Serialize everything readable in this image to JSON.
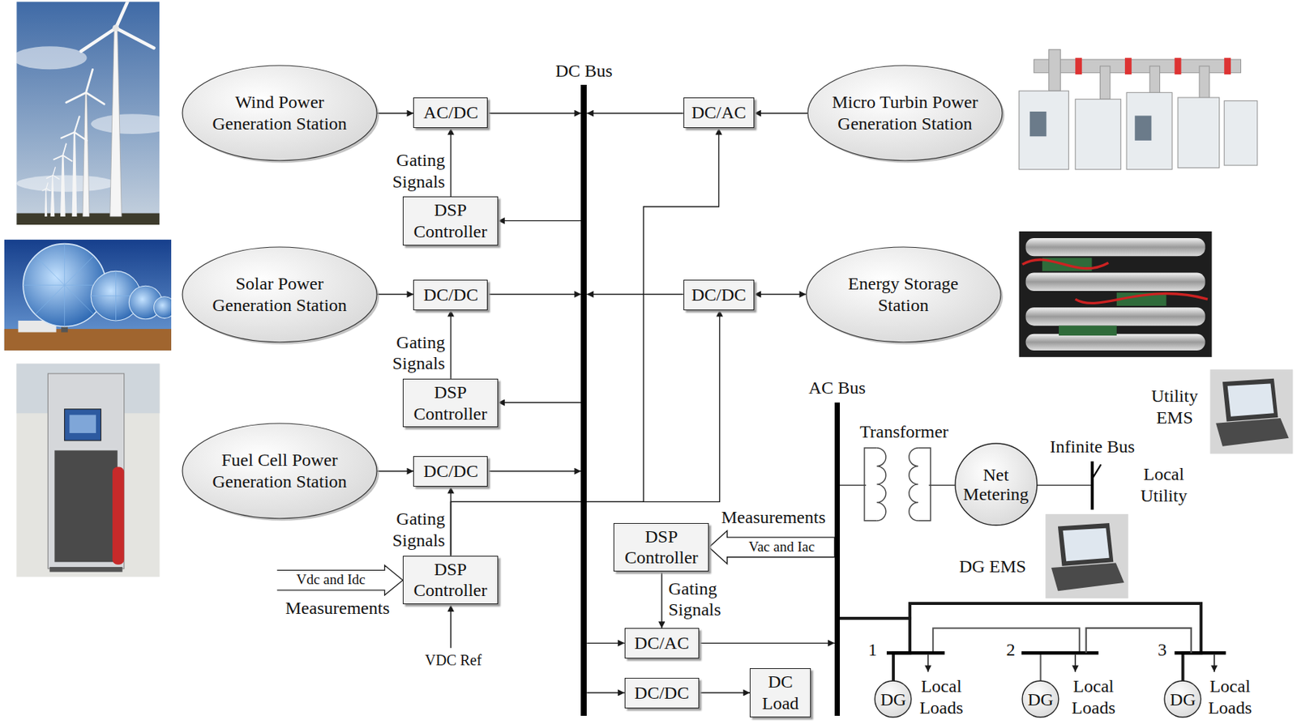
{
  "diagram": {
    "nodes": [
      {
        "text": [
          "Wind Power Generation Station"
        ]
      },
      {
        "text": [
          "AC/DC"
        ]
      },
      {
        "text": [
          "DSP Controller"
        ]
      },
      {
        "text": [
          "DC Bus"
        ]
      },
      {
        "text": [
          "DC/AC"
        ]
      },
      {
        "text": [
          "Micro Turbin Power Generation Station"
        ]
      },
      {
        "text": [
          "Solar Power Generation Station"
        ]
      },
      {
        "text": [
          "DC/DC"
        ]
      },
      {
        "text": [
          "DSP Controller"
        ]
      },
      {
        "text": [
          "DC/DC"
        ]
      },
      {
        "text": [
          "Energy Storage Station"
        ]
      },
      {
        "text": [
          "AC Bus"
        ]
      },
      {
        "text": [
          "Fuel Cell Power Generation Station"
        ]
      },
      {
        "text": [
          "DC/DC"
        ]
      },
      {
        "text": [
          "DSP Controller"
        ]
      },
      {
        "text": [
          "DSP Controller"
        ]
      },
      {
        "text": [
          "Net Metering"
        ]
      },
      {
        "text": [
          "Infinite Bus"
        ]
      },
      {
        "text": [
          "DC/AC"
        ]
      },
      {
        "text": [
          "DC/DC"
        ]
      },
      {
        "text": [
          "DC Load"
        ]
      },
      {
        "text": [
          "DG"
        ]
      },
      {
        "text": [
          "DG"
        ]
      },
      {
        "text": [
          "DG"
        ]
      }
    ],
    "edges": [
      {
        "from": 0,
        "to": 1,
        "arrow": "to"
      },
      {
        "from": 1,
        "to": 3,
        "arrow": "to"
      },
      {
        "from": 2,
        "to": 1,
        "arrow": "to",
        "label": "Gating Signals"
      },
      {
        "from": 3,
        "to": 2,
        "arrow": "to"
      },
      {
        "from": 5,
        "to": 4,
        "arrow": "to"
      },
      {
        "from": 4,
        "to": 3,
        "arrow": "to"
      },
      {
        "from": 6,
        "to": 7,
        "arrow": "to"
      },
      {
        "from": 7,
        "to": 3,
        "arrow": "to"
      },
      {
        "from": 8,
        "to": 7,
        "arrow": "to",
        "label": "Gating Signals"
      },
      {
        "from": 3,
        "to": 8,
        "arrow": "to"
      },
      {
        "from": 9,
        "to": 10,
        "arrow": "both"
      },
      {
        "from": 9,
        "to": 3,
        "arrow": "to"
      },
      {
        "from": 12,
        "to": 13,
        "arrow": "to"
      },
      {
        "from": 13,
        "to": 3,
        "arrow": "to"
      },
      {
        "from": 14,
        "to": 13,
        "arrow": "to",
        "label": "Gating Signals"
      },
      {
        "from": 14,
        "to": 4,
        "arrow": "to"
      },
      {
        "from": 14,
        "to": 9,
        "arrow": "to"
      },
      {
        "from": 11,
        "to": 15,
        "arrow": "to",
        "label": "Vac and Iac"
      },
      {
        "from": 15,
        "to": 18,
        "arrow": "to",
        "label": "Gating Signals"
      },
      {
        "from": 3,
        "to": 18,
        "arrow": "to"
      },
      {
        "from": 18,
        "to": 11,
        "arrow": "to"
      },
      {
        "from": 3,
        "to": 19,
        "arrow": "to"
      },
      {
        "from": 19,
        "to": 20,
        "arrow": "to"
      },
      {
        "from": 11,
        "to": 16,
        "arrow": "none"
      },
      {
        "from": 16,
        "to": 17,
        "arrow": "none"
      },
      {
        "from": 11,
        "to": 21,
        "arrow": "none"
      },
      {
        "from": 11,
        "to": 22,
        "arrow": "none"
      },
      {
        "from": 11,
        "to": 23,
        "arrow": "none"
      }
    ],
    "labels": [
      "Measurements",
      "Vdc and Idc",
      "Measurements",
      "VDC Ref",
      "Transformer",
      "Utility EMS",
      "Local Utility",
      "DG EMS",
      "1",
      "2",
      "3",
      "Local Loads",
      "Local Loads",
      "Local Loads"
    ]
  }
}
